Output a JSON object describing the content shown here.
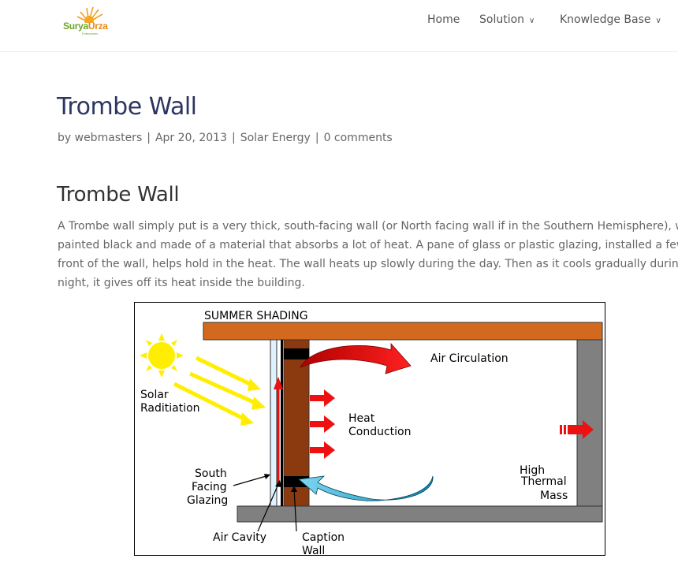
{
  "site": {
    "logo_text_a": "Surya",
    "logo_text_b": "Urza",
    "logo_sub": "Enterprises"
  },
  "nav": {
    "items": [
      {
        "label": "Home"
      },
      {
        "label": "Solution"
      },
      {
        "label": "Knowledge Base"
      }
    ]
  },
  "post": {
    "title": "Trombe Wall",
    "meta": {
      "author": "by webmasters",
      "date": "Apr 20, 2013",
      "category": "Solar Energy",
      "comments": "0 comments"
    },
    "section_title": "Trombe Wall",
    "paragraph_lines": [
      "A Trombe wall simply put is a very thick, south-facing wall (or North facing wall if in the Southern Hemisphere), which is",
      "painted black and made of a material that absorbs a lot of heat. A pane of glass or plastic glazing, installed a few inches in",
      "front of the wall, helps hold in the heat. The wall heats up slowly during the day. Then as it cools gradually during the",
      "night, it gives off its heat inside the building."
    ]
  },
  "figure": {
    "summer_shading": "SUMMER SHADING",
    "air_circulation": "Air Circulation",
    "solar_1": "Solar",
    "solar_2": "Raditiation",
    "heat_1": "Heat",
    "heat_2": "Conduction",
    "glazing_1": "South",
    "glazing_2": "Facing",
    "glazing_3": "Glazing",
    "mass_1": "High",
    "mass_2": "Thermal",
    "mass_3": "Mass",
    "air_cavity": "Air Cavity",
    "caption_1": "Caption",
    "caption_2": "Wall",
    "colors": {
      "roof": "#d2691e",
      "wall": "#8b3a0f",
      "floor": "#7f7f7f",
      "sun": "#ffee00",
      "red_arrow": "#ee1111",
      "blue_arrow": "#22a8d8"
    }
  }
}
